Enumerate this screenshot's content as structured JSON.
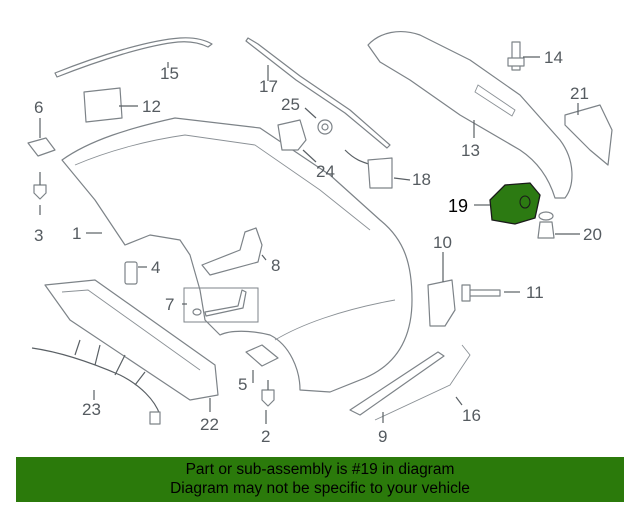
{
  "diagram": {
    "labels": [
      "1",
      "2",
      "3",
      "4",
      "5",
      "6",
      "7",
      "8",
      "9",
      "10",
      "11",
      "12",
      "13",
      "14",
      "15",
      "16",
      "17",
      "18",
      "19",
      "20",
      "21",
      "22",
      "23",
      "24",
      "25"
    ],
    "highlighted_part": "19"
  },
  "banner": {
    "line1": "Part or sub-assembly is #19 in diagram",
    "line2": "Diagram may not be specific to your vehicle",
    "background": "#2b7a0b"
  },
  "colors": {
    "line": "#5a6065",
    "part_outline": "#7d8388",
    "highlight_fill": "#2c7a12"
  }
}
